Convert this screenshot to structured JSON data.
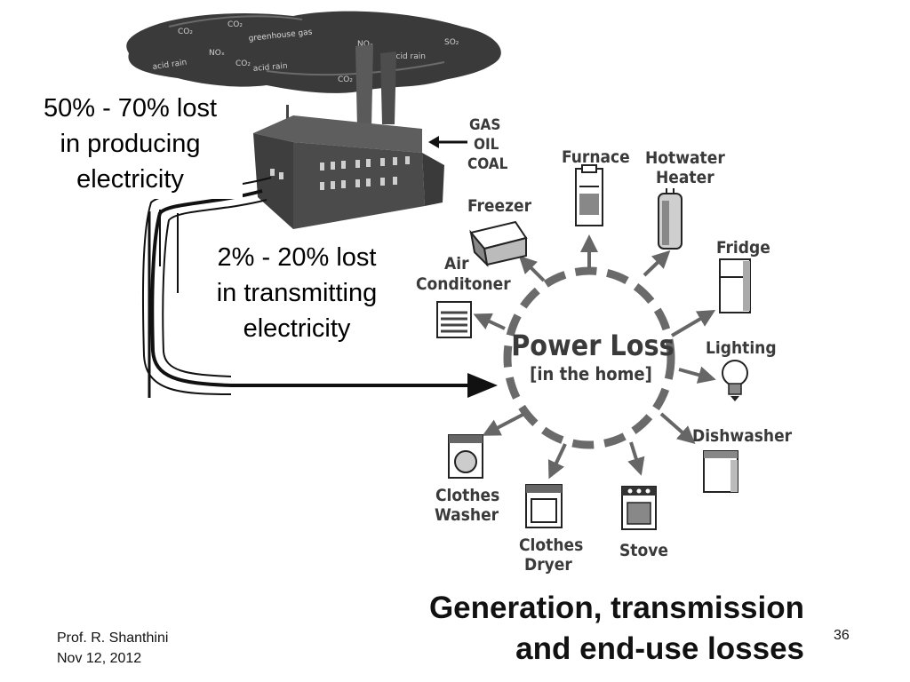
{
  "annotations": {
    "producing": [
      "50% - 70% lost",
      "in producing",
      "electricity"
    ],
    "transmitting": [
      "2% - 20% lost",
      "in transmitting",
      "electricity"
    ]
  },
  "smoke_labels": [
    "CO₂",
    "CO₂",
    "greenhouse gas",
    "NOₓ",
    "acid rain",
    "NOₓ",
    "CO₂",
    "acid rain",
    "CO₂",
    "acid rain",
    "SO₂"
  ],
  "fuel": [
    "GAS",
    "OIL",
    "COAL"
  ],
  "hub": {
    "line1": "Power Loss",
    "line2": "[in the home]"
  },
  "appliances": {
    "furnace": "Furnace",
    "hotwater_heater": [
      "Hotwater",
      "Heater"
    ],
    "freezer": "Freezer",
    "fridge": "Fridge",
    "air_conditioner": [
      "Air",
      "Conditoner"
    ],
    "lighting": "Lighting",
    "dishwasher": "Dishwasher",
    "clothes_washer": [
      "Clothes",
      "Washer"
    ],
    "clothes_dryer": [
      "Clothes",
      "Dryer"
    ],
    "stove": "Stove"
  },
  "title": [
    "Generation, transmission",
    "and end-use losses"
  ],
  "footer": {
    "author": "Prof. R. Shanthini",
    "date": "Nov 12, 2012",
    "page": "36"
  }
}
